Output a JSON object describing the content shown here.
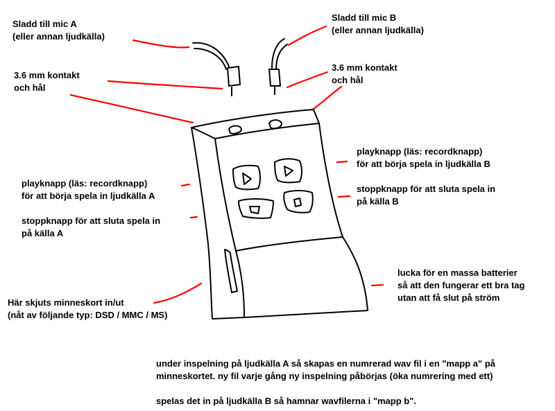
{
  "labels": {
    "cable_a": "Sladd till mic A\n(eller annan ljudkälla)",
    "cable_b": "Sladd till mic B\n(eller annan ljudkälla)",
    "jack_a": "3.6 mm kontakt\noch hål",
    "jack_b": "3.6 mm kontakt\noch hål",
    "play_a": "playknapp (läs: recordknapp)\nför att börja spela in ljudkälla A",
    "stop_a": "stoppknapp för att sluta spela in\npå källa A",
    "play_b": "playknapp (läs: recordknapp)\nför att börja spela in ljudkälla B",
    "stop_b": "stoppknapp för att sluta spela in\npå källa B",
    "memory_card": "Här skjuts minneskort in/ut\n(nåt av följande typ: DSD / MMC / MS)",
    "battery": "lucka för en massa batterier\nså att den fungerar ett bra tag\nutan att få slut på ström"
  },
  "notes": {
    "recording_a": "under inspelning på ljudkälla A så skapas en numrerad wav fil i en \"mapp a\" på\nminneskortet. ny fil varje gång ny inspelning påbörjas (öka numrering med ett)",
    "recording_b": "spelas det in på ljudkälla B så hamnar wavfilerna i \"mapp b\"."
  },
  "colors": {
    "ink": "#000000",
    "pointer": "#ff0000",
    "background": "#ffffff"
  }
}
